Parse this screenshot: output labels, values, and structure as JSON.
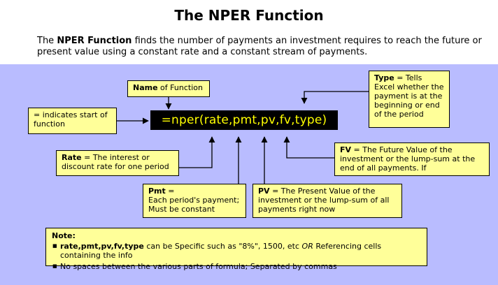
{
  "title": "The NPER Function",
  "intro": {
    "prefix": "The ",
    "bold": "NPER Function",
    "suffix": " finds the number of payments an investment requires to reach the future or present value using a constant rate and a constant stream of payments."
  },
  "formula": "=nper(rate,pmt,pv,fv,type)",
  "callouts": {
    "name": {
      "bold": "Name",
      "text": " of Function"
    },
    "start": {
      "text": "= indicates start of function"
    },
    "type": {
      "bold": "Type",
      "text": " = Tells Excel whether the payment is at the beginning or end of the period"
    },
    "rate": {
      "bold": "Rate",
      "text": " = The interest or discount rate for one period"
    },
    "fv": {
      "bold": "FV",
      "text": " = The Future Value of the investment or the lump-sum at the end of all payments. If"
    },
    "pmt": {
      "bold": "Pmt",
      "text_1": " =",
      "text_2": "Each period's payment; Must be constant"
    },
    "pv": {
      "bold": "PV",
      "text": " = The Present Value of the investment or the lump-sum of all payments right now"
    }
  },
  "note": {
    "heading": "Note:",
    "item1_bold": "rate,pmt,pv,fv,type",
    "item1_pre": "  can be Specific such as \"8%\", 1500, etc ",
    "item1_or": "OR",
    "item1_post": " Referencing cells containing the info",
    "item2": "No spaces between the various parts of formula; Separated by commas"
  },
  "colors": {
    "panel": "#b9bcff",
    "callout": "#ffff99",
    "formula_bg": "#000000",
    "formula_text": "#ffff00"
  }
}
